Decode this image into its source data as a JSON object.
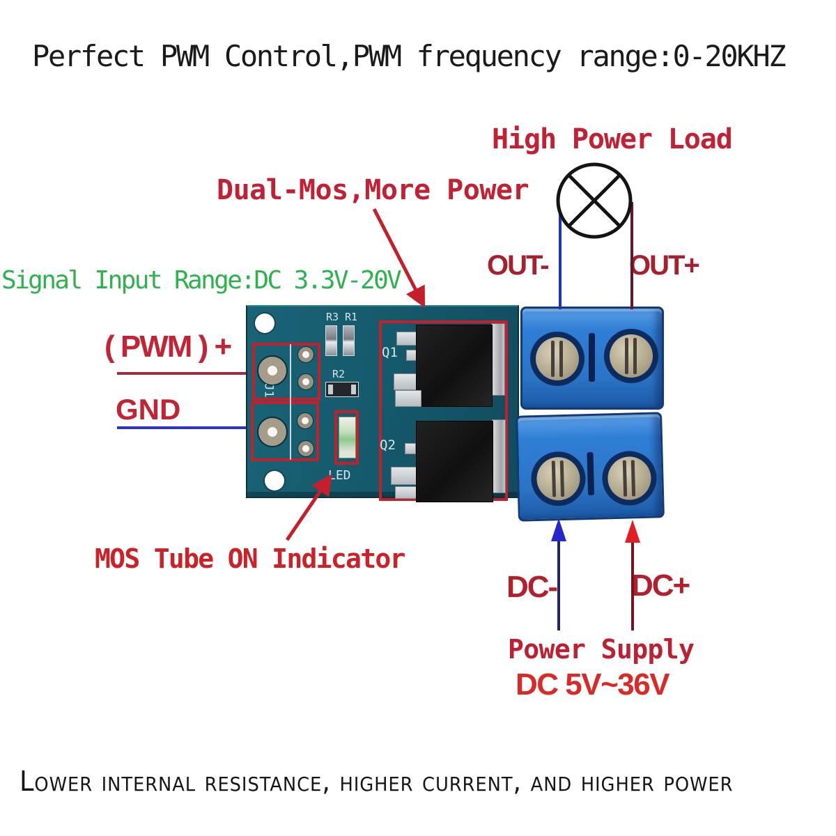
{
  "title": "Perfect PWM Control,PWM frequency range:0-20KHZ",
  "footer": "Lower internal resistance, higher current, and higher power",
  "labels": {
    "high_power_load": "High Power Load",
    "dual_mos": "Dual-Mos,More Power",
    "signal_input_range": "Signal Input Range:DC 3.3V-20V",
    "mos_indicator": "MOS Tube ON Indicator",
    "power_supply": "Power Supply",
    "dc_voltage_range": "DC 5V~36V",
    "pwm_input": "( PWM ) +",
    "gnd": "GND",
    "out_minus": "OUT-",
    "out_plus": "OUT+",
    "dc_minus": "DC-",
    "dc_plus": "DC+"
  },
  "board_silkscreen": {
    "j1": "J1",
    "r3": "R3",
    "r1": "R1",
    "r2": "R2",
    "q1": "Q1",
    "q2": "Q2",
    "led": "LED"
  },
  "colors": {
    "annotation_red": "#c41f2a",
    "label_red": "#c22033",
    "bright_red": "#da2a28",
    "signal_green": "#2db24d",
    "wire_blue": "#2233bb",
    "wire_dark_red": "#691523",
    "dc_arrow_blue": "#2328cf",
    "dc_arrow_red": "#e01e24",
    "pcb_teal": "#155a6d",
    "terminal_blue": "#2e7cd2",
    "text_black": "#1a1a1a"
  }
}
